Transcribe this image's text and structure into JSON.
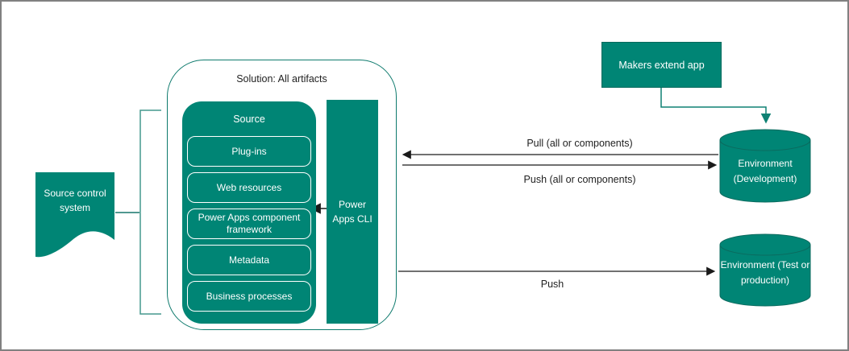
{
  "colors": {
    "shape_fill": "#008575",
    "shape_outline": "#00695c",
    "container_border": "#0e7a6d",
    "bracket": "#45988d",
    "connector_teal": "#0e8173",
    "arrow_black": "#1a1a1a",
    "canvas_border": "#808080",
    "text_dark": "#1f1f1f",
    "text_light": "#ffffff"
  },
  "source_control": {
    "label": "Source control system"
  },
  "solution": {
    "title": "Solution: All artifacts",
    "source_group": {
      "title": "Source",
      "items": [
        {
          "label": "Plug-ins"
        },
        {
          "label": "Web resources"
        },
        {
          "label": "Power Apps component framework"
        },
        {
          "label": "Metadata"
        },
        {
          "label": "Business processes"
        }
      ]
    },
    "cli_label": "Power Apps CLI"
  },
  "makers_box": {
    "label": "Makers extend app"
  },
  "environments": {
    "development": {
      "label": "Environment (Development)"
    },
    "test": {
      "label": "Environment (Test or production)"
    }
  },
  "flows": {
    "pull_label": "Pull (all or components)",
    "push_label": "Push (all or components)",
    "push_bottom_label": "Push"
  }
}
